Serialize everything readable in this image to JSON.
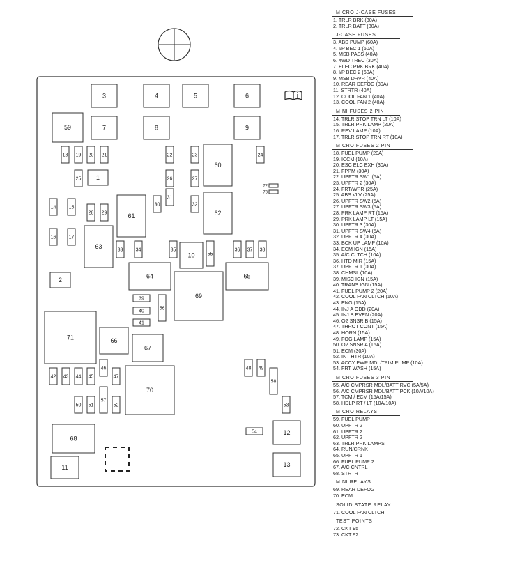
{
  "fuse_box": {
    "labels": [
      "1",
      "2",
      "3",
      "4",
      "5",
      "6",
      "7",
      "8",
      "9",
      "10",
      "11",
      "12",
      "13",
      "14",
      "15",
      "16",
      "17",
      "18",
      "19",
      "20",
      "21",
      "22",
      "23",
      "24",
      "25",
      "26",
      "27",
      "28",
      "29",
      "30",
      "31",
      "32",
      "33",
      "34",
      "35",
      "36",
      "37",
      "38",
      "39",
      "40",
      "41",
      "42",
      "43",
      "44",
      "45",
      "46",
      "47",
      "48",
      "49",
      "50",
      "51",
      "52",
      "53",
      "54",
      "55",
      "56",
      "57",
      "58",
      "59",
      "60",
      "61",
      "62",
      "63",
      "64",
      "65",
      "66",
      "67",
      "68",
      "69",
      "70",
      "71",
      "72",
      "73"
    ]
  },
  "legend": [
    {
      "title": "MICRO J-CASE FUSES",
      "items": [
        "1.  TRLR BRK    (30A)",
        "2.  TRLR BATT   (30A)"
      ]
    },
    {
      "title": "J-CASE FUSES",
      "items": [
        "3.  ABS PUMP   (60A)",
        "4.  I/P BEC 1    (60A)",
        "5.  MSB PASS  (40A)",
        "6.  4WD TREC  (30A)",
        "7.  ELEC PRK BRK  (40A)",
        "8.  I/P BEC 2     (60A)",
        "9.  MSB DRVR  (40A)",
        "10.  REAR DEFOG (30A)",
        "11.  STRTR (40A)",
        "12.  COOL FAN 1 (40A)",
        "13.  COOL FAN 2 (40A)"
      ]
    },
    {
      "title": "MINI FUSES 2 PIN",
      "items": [
        "14.  TRLR STOP TRN LT  (10A)",
        "15.  TRLR PRK LAMP  (20A)",
        "16.  REV LAMP  (10A)",
        "17.  TRLR STOP TRN RT  (10A)"
      ]
    },
    {
      "title": "MICRO FUSES 2 PIN",
      "items": [
        "18.  FUEL PUMP  (20A)",
        "19.  ICCM  (10A)",
        "20.  ESC ELC EXH  (30A)",
        "21.  FPPM  (30A)",
        "22.  UPFTR SW1  (5A)",
        "23.  UPFTR 2  (30A)",
        "24.  FRT/WPR  (25A)",
        "25.  ABS VLV  (25A)",
        "26.  UPFTR SW2  (5A)",
        "27.  UPFTR SW3  (5A)",
        "28.  PRK LAMP RT  (15A)",
        "29.  PRK LAMP LT  (15A)",
        "30.  UPFTR 3  (30A)",
        "31.  UPFTR SW4  (5A)",
        "32.  UPFTR 4  (30A)",
        "33.  BCK UP LAMP  (10A)",
        "34.  ECM IGN  (15A)",
        "35.  A/C CLTCH  (10A)",
        "36.  HTD MIR  (15A)",
        "37.  UPFTR 1  (30A)",
        "38.  CHMSL  (10A)",
        "39.  MISC IGN  (15A)",
        "40.  TRANS IGN  (15A)",
        "41.  FUEL PUMP 2  (20A)",
        "42.  COOL FAN CLTCH  (10A)",
        "43.  ENG  (15A)",
        "44.  INJ A ODD  (20A)",
        "45.  INJ B EVEN  (20A)",
        "46.  O2 SNSR B  (15A)",
        "47.  THROT CONT  (15A)",
        "48.  HORN  (15A)",
        "49.  FOG LAMP  (15A)",
        "50.  O2 SNSR A  (15A)",
        "51.  ECM  (30A)",
        "52.  INT HTR  (10A)",
        "53.  ACCY PWR MDL/TPIM PUMP  (10A)",
        "54.  FRT WASH  (15A)"
      ]
    },
    {
      "title": "MICRO FUSES 3 PIN",
      "items": [
        "55.  A/C CMPRSR MDL/BATT RVC  (5A/5A)",
        "56.  A/C CMPRSR MDL/BATT PCK  (10A/10A)",
        "57.  TCM / ECM  (15A/15A)",
        "58.  HDLP RT / LT  (10A/10A)"
      ]
    },
    {
      "title": "MICRO RELAYS",
      "items": [
        "59.  FUEL PUMP",
        "60.  UPFTR 2",
        "61.  UPFTR 2",
        "62.  UPFTR 2",
        "63.  TRLR PRK LAMPS",
        "64.  RUN/CRNK",
        "65.  UPFTR 1",
        "66.  FUEL PUMP 2",
        "67.  A/C CNTRL",
        "68.  STRTR"
      ]
    },
    {
      "title": "MINI RELAYS",
      "items": [
        "69.  REAR DEFOG",
        "70.  ECM"
      ]
    },
    {
      "title": "SOLID STATE RELAY",
      "items": [
        "71.  COOL FAN CLTCH"
      ]
    },
    {
      "title": "TEST POINTS",
      "items": [
        "72.  CKT 95",
        "73.  CKT 92"
      ]
    }
  ]
}
